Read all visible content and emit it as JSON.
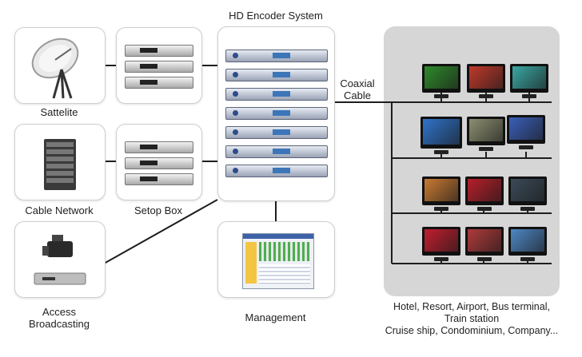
{
  "title": "HD Encoder System",
  "sources": [
    {
      "label": "Sattelite"
    },
    {
      "label": "Cable Network"
    },
    {
      "label": "Access Broadcasting",
      "lines": [
        "Access",
        "Broadcasting"
      ]
    }
  ],
  "setop_box_label": "Setop Box",
  "management_label": "Management",
  "coaxial_label": [
    "Coaxial",
    "Cable"
  ],
  "destinations": [
    "Hotel, Resort, Airport, Bus terminal,",
    "Train station",
    "Cruise ship, Condominium, Company..."
  ],
  "colors": {
    "panel": "#d6d6d6",
    "line": "#1e1e1e",
    "encoder_lcd": "#3c76b8"
  },
  "tv_screens": [
    [
      "#2f8a2b",
      "#c0392b",
      "#3aa7a3"
    ],
    [
      "#2f73c9",
      "#8c8f70",
      "#3a5fb8"
    ],
    [
      "#c97a32",
      "#b61f2a",
      "#3b4a58"
    ],
    [
      "#c21e2e",
      "#b03a3a",
      "#4e87c4"
    ]
  ]
}
